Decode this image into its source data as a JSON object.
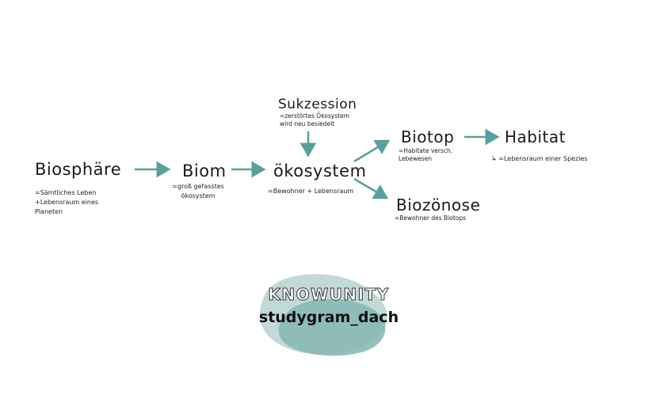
{
  "colors": {
    "arrow": "#5b9f9c",
    "text": "#1a1a1a",
    "logo_blob_light": "#c3d9d8",
    "logo_blob_dark": "#86b5b3"
  },
  "nodes": {
    "biosphaere": {
      "label": "Biosphäre",
      "definition": [
        "=Sämtliches Leben",
        "+Lebensraum eines",
        "Planeten"
      ]
    },
    "biom": {
      "label": "Biom",
      "definition": [
        "=groß gefasstes",
        "ökosystem"
      ]
    },
    "oekosystem": {
      "label": "ökosystem",
      "definition": [
        "=Bewohner + Lebensraum"
      ]
    },
    "sukzession": {
      "label": "Sukzession",
      "definition": [
        "=zerstörtes Ökosystem",
        "wird neu besiedelt"
      ]
    },
    "biotop": {
      "label": "Biotop",
      "definition": [
        "=Habitate versch.",
        "Lebewesen"
      ]
    },
    "biozoenose": {
      "label": "Biozönose",
      "definition": [
        "=Bewohner des Biotops"
      ]
    },
    "habitat": {
      "label": "Habitat",
      "definition": [
        "↳ =Lebensraum einer Spezies"
      ]
    }
  },
  "edges": [
    {
      "from": "biosphaere",
      "to": "biom"
    },
    {
      "from": "biom",
      "to": "oekosystem"
    },
    {
      "from": "sukzession",
      "to": "oekosystem"
    },
    {
      "from": "oekosystem",
      "to": "biotop"
    },
    {
      "from": "oekosystem",
      "to": "biozoenose"
    },
    {
      "from": "biotop",
      "to": "habitat"
    }
  ],
  "logo": {
    "brand": "KNOWUNITY",
    "handle": "studygram_dach"
  }
}
